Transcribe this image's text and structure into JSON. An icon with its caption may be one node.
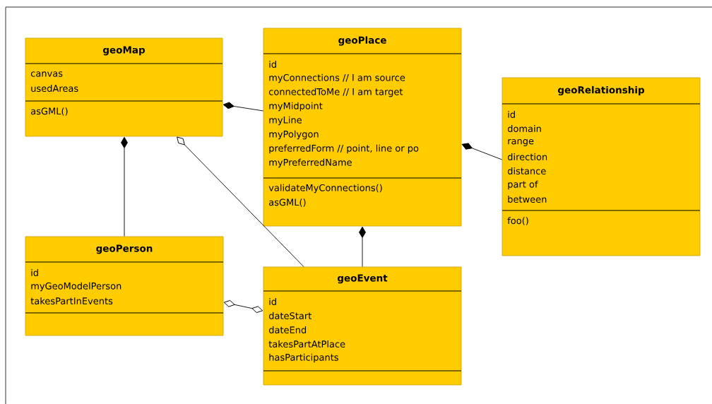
{
  "diagram": {
    "nodes": [
      {
        "text": [
          "geoMap",
          "canvas",
          "usedAreas",
          "asGML()"
        ]
      },
      {
        "text": [
          "geoPlace",
          "id",
          "myConnections // I am source",
          "connectedToMe // I am target",
          "myMidpoint",
          "myLine",
          "myPolygon",
          "preferredForm // point, line or po",
          "myPreferredName",
          "validateMyConnections()",
          "asGML()"
        ]
      },
      {
        "text": [
          "geoRelationship",
          "id",
          "domain",
          "range",
          "direction",
          "distance",
          "part of",
          "between",
          "foo()"
        ]
      },
      {
        "text": [
          "geoPerson",
          "id",
          "myGeoModelPerson",
          "takesPartInEvents"
        ]
      },
      {
        "text": [
          "geoEvent",
          "id",
          "dateStart",
          "dateEnd",
          "takesPartAtPlace",
          "hasParticipants"
        ]
      }
    ],
    "edges": [
      {
        "from": 0,
        "to": 1,
        "arrow": "other"
      },
      {
        "from": 1,
        "to": 2,
        "arrow": "other"
      },
      {
        "from": 0,
        "to": 3,
        "arrow": "other"
      },
      {
        "from": 0,
        "to": 4,
        "arrow": "other"
      },
      {
        "from": 1,
        "to": 4,
        "arrow": "other"
      },
      {
        "from": 3,
        "to": 4,
        "arrow": "other"
      }
    ]
  }
}
